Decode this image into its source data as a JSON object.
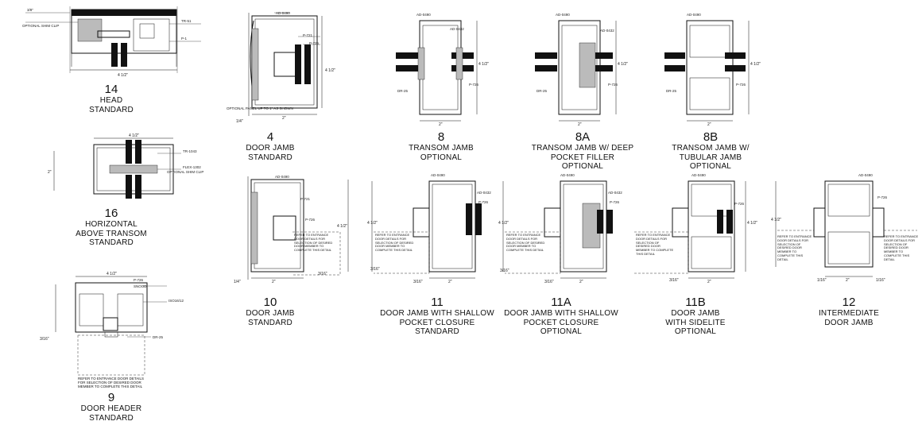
{
  "details": [
    {
      "key": "d14",
      "number": "14",
      "lines": [
        "HEAD",
        "STANDARD"
      ],
      "callouts": [
        "3/8\"",
        "TR-51",
        "OPTIONAL SHIM CLIP",
        "P-1"
      ],
      "dims": [
        "4 1/2\""
      ]
    },
    {
      "key": "d16",
      "number": "16",
      "lines": [
        "HORIZONTAL",
        "ABOVE TRANSOM",
        "STANDARD"
      ],
      "callouts": [
        "TR-1043",
        "FLEX-1302",
        "OPTIONAL SHIM CLIP"
      ],
      "dims": [
        "4 1/2\"",
        "2\""
      ]
    },
    {
      "key": "d9",
      "number": "9",
      "lines": [
        "DOOR HEADER",
        "STANDARD"
      ],
      "callouts": [
        "P-726",
        "SNOOD",
        "ISO16/12",
        "DR-25",
        "REFER TO ENTRANCE DOOR DETAILS FOR SELECTION OF DESIRED DOOR MEMBER TO COMPLETE THIS DETAIL"
      ],
      "dims": [
        "4 1/2\"",
        "3/16\""
      ]
    },
    {
      "key": "d4",
      "number": "4",
      "lines": [
        "DOOR JAMB",
        "STANDARD"
      ],
      "callouts": [
        "AD-0490",
        "P-721",
        "P-726",
        "OPTIONAL PANEL UP TO 1\" AS SHOWN"
      ],
      "dims": [
        "4 1/2\"",
        "2\"",
        "1/4\""
      ]
    },
    {
      "key": "d8",
      "number": "8",
      "lines": [
        "TRANSOM JAMB",
        "OPTIONAL"
      ],
      "callouts": [
        "AD-0490",
        "AD-0432",
        "P-726",
        "DR-25"
      ],
      "dims": [
        "4 1/2\"",
        "2\""
      ]
    },
    {
      "key": "d8a",
      "number": "8A",
      "lines": [
        "TRANSOM JAMB W/ DEEP",
        "POCKET FILLER",
        "OPTIONAL"
      ],
      "callouts": [
        "AD-0490",
        "AD-0432",
        "P-726",
        "DR-25"
      ],
      "dims": [
        "4 1/2\"",
        "2\""
      ]
    },
    {
      "key": "d8b",
      "number": "8B",
      "lines": [
        "TRANSOM JAMB W/",
        "TUBULAR JAMB",
        "OPTIONAL"
      ],
      "callouts": [
        "AD-0490",
        "P-726",
        "DR-25"
      ],
      "dims": [
        "4 1/2\"",
        "2\""
      ]
    },
    {
      "key": "d10",
      "number": "10",
      "lines": [
        "DOOR JAMB",
        "STANDARD"
      ],
      "callouts": [
        "AD-0490",
        "P-721",
        "P-726",
        "REFER TO ENTRANCE DOOR DETAILS FOR SELECTION OF DESIRED DOOR MEMBER TO COMPLETE THIS DETAIL"
      ],
      "dims": [
        "4 1/2\"",
        "2\"",
        "1/4\"",
        "3/16\""
      ]
    },
    {
      "key": "d11",
      "number": "11",
      "lines": [
        "DOOR JAMB WITH SHALLOW",
        "POCKET CLOSURE",
        "STANDARD"
      ],
      "callouts": [
        "AD-0490",
        "AD-0432",
        "P-726",
        "REFER TO ENTRANCE DOOR DETAILS FOR SELECTION OF DESIRED DOOR MEMBER TO COMPLETE THIS DETAIL"
      ],
      "dims": [
        "4 1/2\"",
        "3/16\"",
        "3/16\"",
        "2\""
      ]
    },
    {
      "key": "d11a",
      "number": "11A",
      "lines": [
        "DOOR JAMB WITH SHALLOW",
        "POCKET CLOSURE",
        "OPTIONAL"
      ],
      "callouts": [
        "AD-0490",
        "AD-0432",
        "P-726",
        "REFER TO ENTRANCE DOOR DETAILS FOR SELECTION OF DESIRED DOOR MEMBER TO COMPLETE THIS DETAIL"
      ],
      "dims": [
        "4 1/2\"",
        "3/16\"",
        "3/16\"",
        "2\""
      ]
    },
    {
      "key": "d11b",
      "number": "11B",
      "lines": [
        "DOOR JAMB",
        "WITH SIDELITE",
        "OPTIONAL"
      ],
      "callouts": [
        "AD-0490",
        "P-726",
        "REFER TO ENTRANCE DOOR DETAILS FOR SELECTION OF DESIRED DOOR MEMBER TO COMPLETE THIS DETAIL"
      ],
      "dims": [
        "4 1/2\"",
        "3/16\"",
        "2\""
      ]
    },
    {
      "key": "d12",
      "number": "12",
      "lines": [
        "INTERMEDIATE",
        "DOOR JAMB"
      ],
      "callouts": [
        "AD-0490",
        "P-726",
        "REFER TO ENTRANCE DOOR DETAILS FOR SELECTION OF DESIRED DOOR MEMBER TO COMPLETE THIS DETAIL"
      ],
      "dims": [
        "4 1/2\"",
        "2\"",
        "1/16\"",
        "1/16\""
      ]
    }
  ]
}
